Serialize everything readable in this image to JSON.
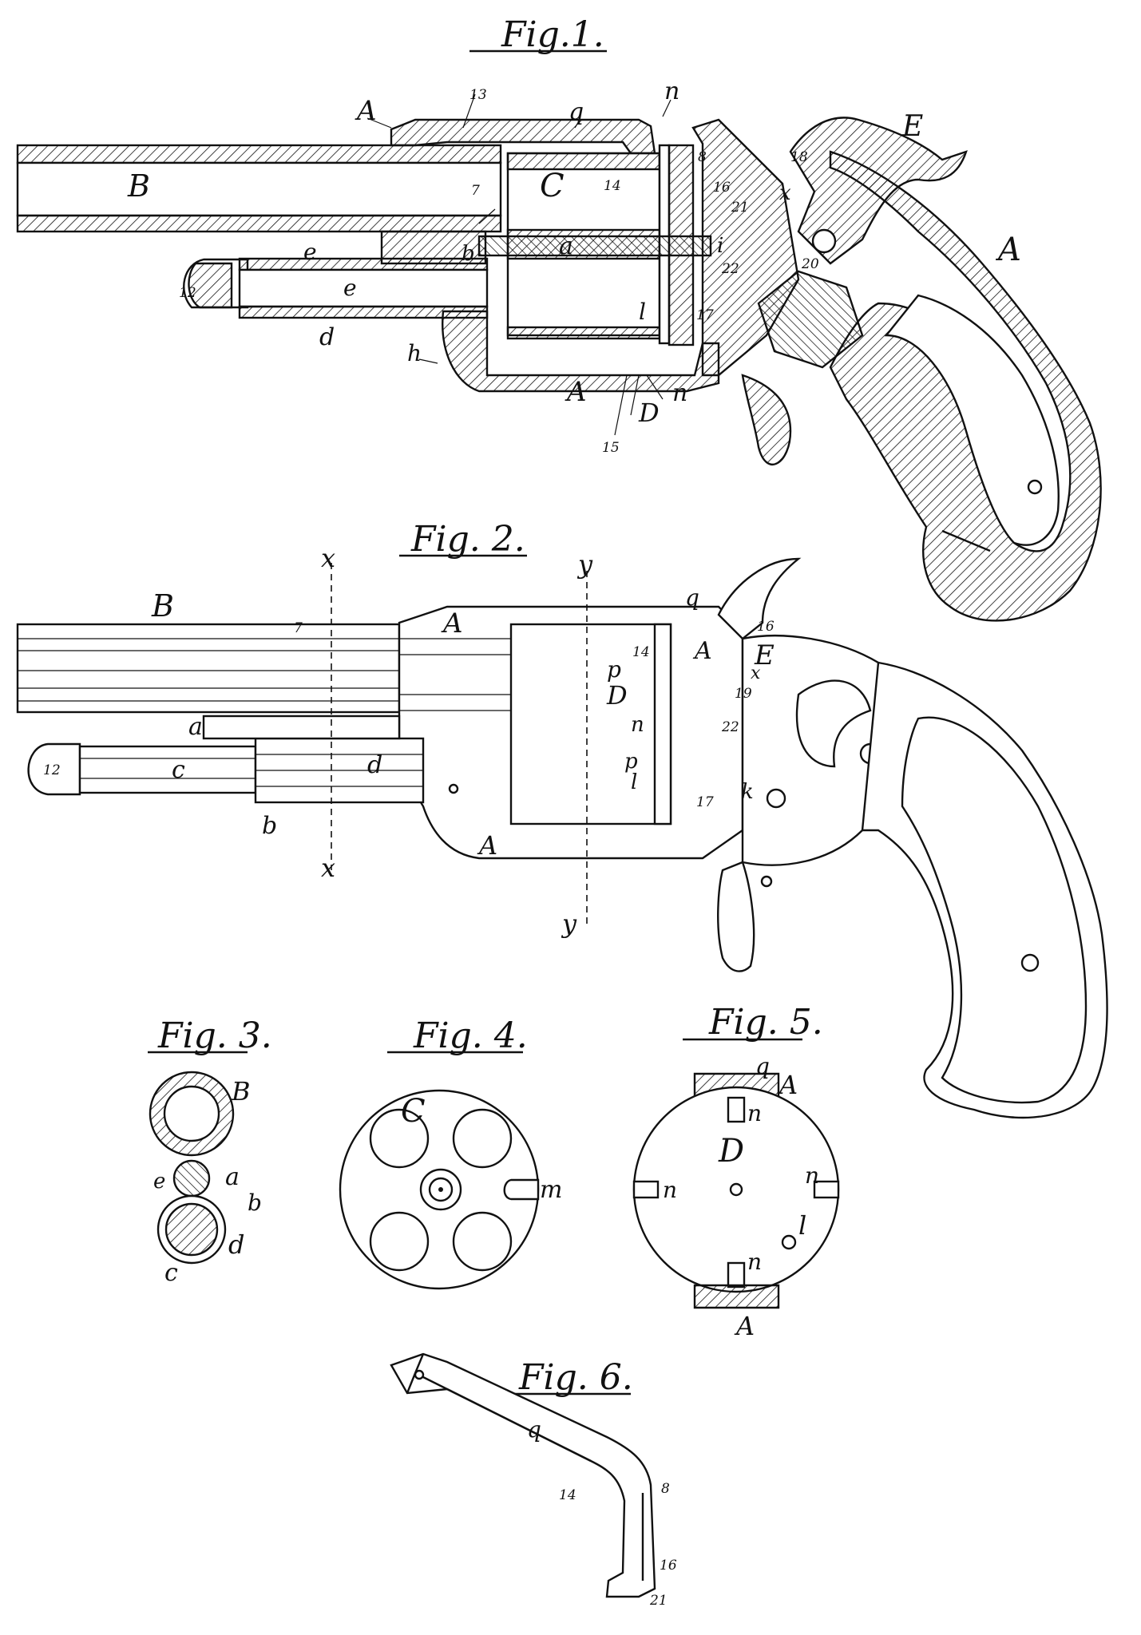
{
  "figures": {
    "fig1": {
      "caption": "Fig.1.",
      "labels": {
        "A_top": "A",
        "B": "B",
        "C": "C",
        "q": "q",
        "n_top": "n",
        "13": "13",
        "8": "8",
        "14": "14",
        "16": "16",
        "21": "21",
        "7": "7",
        "a": "a",
        "b": "b",
        "i": "i",
        "22": "22",
        "e1": "e",
        "e2": "e",
        "12": "12",
        "d": "d",
        "h": "h",
        "l": "l",
        "17": "17",
        "A_bottom": "A",
        "D": "D",
        "n_bottom": "n",
        "15": "15",
        "E": "E",
        "18": "18",
        "x": "x",
        "20": "20",
        "A_grip": "A"
      }
    },
    "fig2": {
      "caption": "Fig. 2.",
      "labels": {
        "x_top": "x",
        "y_top": "y",
        "B": "B",
        "A_top": "A",
        "q": "q",
        "16": "16",
        "14": "14",
        "A_frame": "A",
        "E": "E",
        "p1": "p",
        "x": "x",
        "19": "19",
        "D": "D",
        "n": "n",
        "22": "22",
        "a": "a",
        "7": "7",
        "c": "c",
        "d": "d",
        "p2": "p",
        "l": "l",
        "k": "k",
        "17": "17",
        "12": "12",
        "b": "b",
        "A_bottom": "A",
        "x_bottom": "x",
        "y_bottom": "y"
      }
    },
    "fig3": {
      "caption": "Fig. 3.",
      "labels": {
        "B": "B",
        "e": "e",
        "a": "a",
        "b": "b",
        "c": "c",
        "d": "d"
      }
    },
    "fig4": {
      "caption": "Fig. 4.",
      "labels": {
        "C": "C",
        "m": "m"
      }
    },
    "fig5": {
      "caption": "Fig. 5.",
      "labels": {
        "q": "q",
        "A_top": "A",
        "n_top": "n",
        "D": "D",
        "n_left": "n",
        "n_right": "n",
        "l": "l",
        "n_bottom": "n",
        "A_bottom": "A"
      }
    },
    "fig6": {
      "caption": "Fig. 6.",
      "labels": {
        "q": "q",
        "14": "14",
        "8": "8",
        "16": "16",
        "21": "21"
      }
    }
  }
}
